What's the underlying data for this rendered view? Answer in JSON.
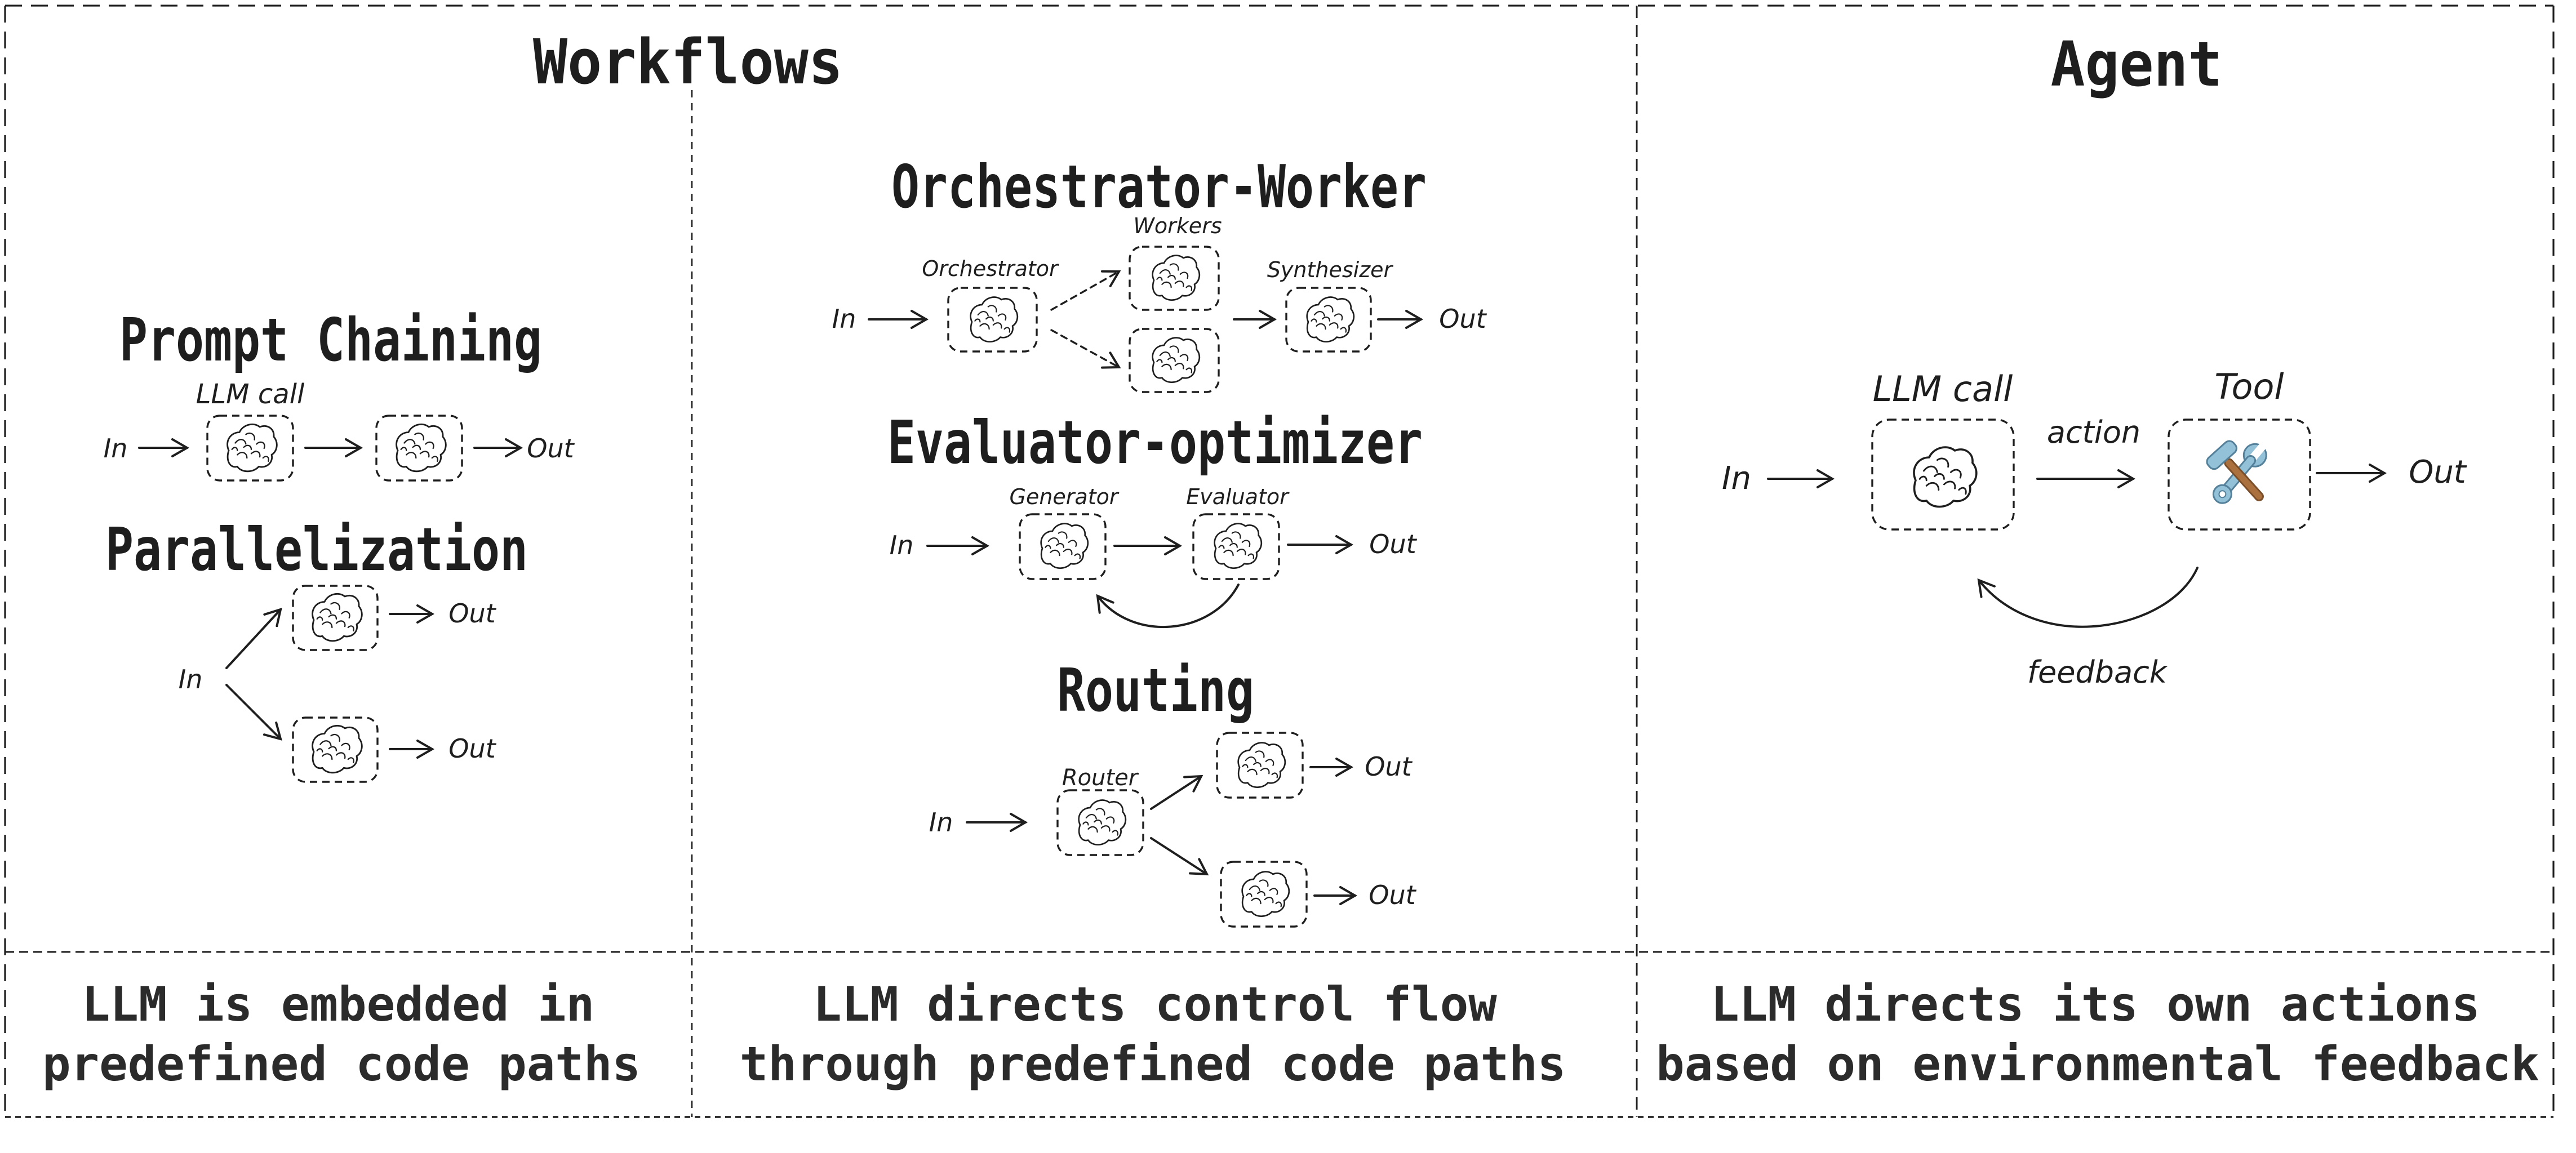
{
  "colors": {
    "ink": "#1e1e1e",
    "wrench_blue": "#93c1d8",
    "wrench_blue_dark": "#54809a",
    "hammer_brown": "#aa713e",
    "hammer_brown_dark": "#7c4f2b"
  },
  "workflows": {
    "title": "Workflows",
    "prompt_chaining": {
      "heading": "Prompt Chaining",
      "llm_call": "LLM call",
      "in": "In",
      "out": "Out"
    },
    "parallelization": {
      "heading": "Parallelization",
      "in": "In",
      "out_top": "Out",
      "out_bottom": "Out"
    },
    "orchestrator_worker": {
      "heading": "Orchestrator-Worker",
      "workers": "Workers",
      "orchestrator": "Orchestrator",
      "synthesizer": "Synthesizer",
      "in": "In",
      "out": "Out"
    },
    "evaluator_optimizer": {
      "heading": "Evaluator-optimizer",
      "generator": "Generator",
      "evaluator": "Evaluator",
      "in": "In",
      "out": "Out"
    },
    "routing": {
      "heading": "Routing",
      "router": "Router",
      "in": "In",
      "out_top": "Out",
      "out_bottom": "Out"
    },
    "caption_col1": {
      "line1": "LLM is embedded in",
      "line2": "predefined code paths"
    },
    "caption_col2": {
      "line1": "LLM directs control flow",
      "line2": "through predefined code paths"
    }
  },
  "agent": {
    "title": "Agent",
    "llm_call": "LLM call",
    "tool": "Tool",
    "action": "action",
    "feedback": "feedback",
    "in": "In",
    "out": "Out",
    "caption": {
      "line1": "LLM directs its own actions",
      "line2": "based on environmental feedback"
    }
  }
}
